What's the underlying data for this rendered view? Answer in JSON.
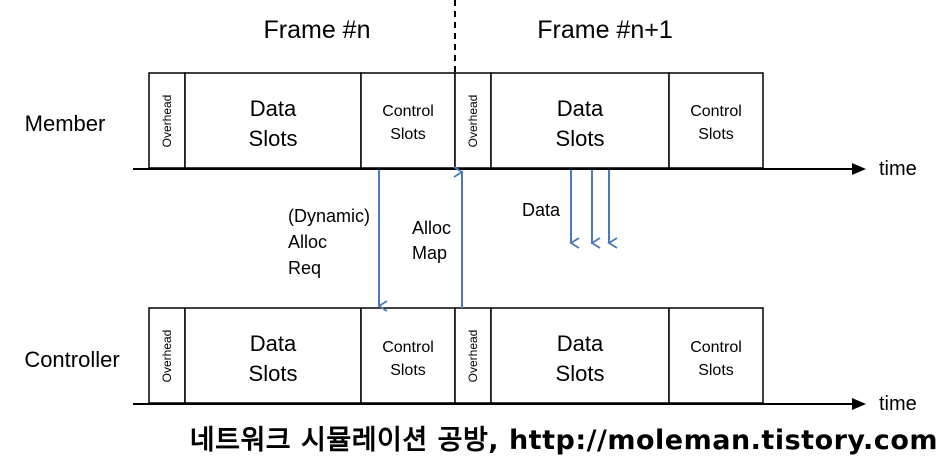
{
  "frames": [
    {
      "label": "Frame #n"
    },
    {
      "label": "Frame #n+1"
    }
  ],
  "rows": [
    {
      "label": "Member"
    },
    {
      "label": "Controller"
    }
  ],
  "slots": {
    "overhead": "Overhead",
    "data_line1": "Data",
    "data_line2": "Slots",
    "control_line1": "Control",
    "control_line2": "Slots"
  },
  "time_label": "time",
  "arrows": {
    "request": [
      "(Dynamic)",
      "Alloc",
      "Req"
    ],
    "alloc_map": [
      "Alloc",
      "Map"
    ],
    "data": "Data"
  },
  "watermark": "네트워크 시뮬레이션 공방, http://moleman.tistory.com",
  "colors": {
    "arrow": "#4a7ab8",
    "box_stroke": "#000000"
  }
}
